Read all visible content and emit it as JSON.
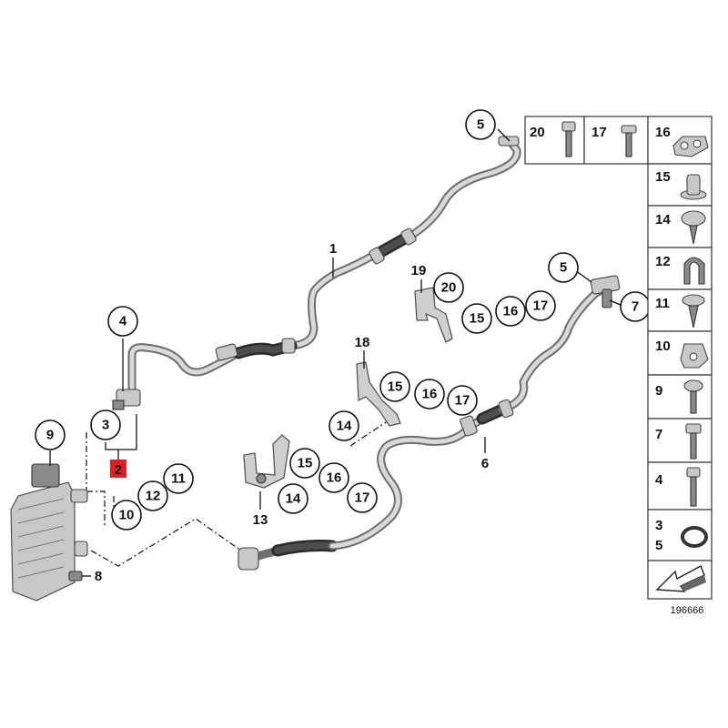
{
  "diagram": {
    "callouts": [
      {
        "id": "c5a",
        "label": "5"
      },
      {
        "id": "c4",
        "label": "4"
      },
      {
        "id": "c3",
        "label": "3"
      },
      {
        "id": "c9",
        "label": "9"
      },
      {
        "id": "c10",
        "label": "10"
      },
      {
        "id": "c12",
        "label": "12"
      },
      {
        "id": "c11",
        "label": "11"
      },
      {
        "id": "c20",
        "label": "20"
      },
      {
        "id": "c15a",
        "label": "15"
      },
      {
        "id": "c16a",
        "label": "16"
      },
      {
        "id": "c17a",
        "label": "17"
      },
      {
        "id": "c5b",
        "label": "5"
      },
      {
        "id": "c7",
        "label": "7"
      },
      {
        "id": "c15b",
        "label": "15"
      },
      {
        "id": "c16b",
        "label": "16"
      },
      {
        "id": "c17b",
        "label": "17"
      },
      {
        "id": "c14a",
        "label": "14"
      },
      {
        "id": "c15c",
        "label": "15"
      },
      {
        "id": "c14b",
        "label": "14"
      },
      {
        "id": "c16c",
        "label": "16"
      },
      {
        "id": "c17c",
        "label": "17"
      }
    ],
    "plain_labels": [
      {
        "id": "l1",
        "label": "1"
      },
      {
        "id": "l19",
        "label": "19"
      },
      {
        "id": "l18",
        "label": "18"
      },
      {
        "id": "l6",
        "label": "6"
      },
      {
        "id": "l13",
        "label": "13"
      },
      {
        "id": "l8",
        "label": "8"
      }
    ],
    "highlighted_label": "2",
    "reference_number": "196666",
    "legend": {
      "top_row": [
        {
          "label": "20",
          "icon": "allen-screw-icon"
        },
        {
          "label": "17",
          "icon": "hex-bolt-icon"
        },
        {
          "label": "16",
          "icon": "pipe-clip-icon"
        }
      ],
      "column": [
        {
          "label": "15",
          "icon": "rivet-nut-icon"
        },
        {
          "label": "14",
          "icon": "torx-screw-icon"
        },
        {
          "label": "12",
          "icon": "rubber-clamp-icon"
        },
        {
          "label": "11",
          "icon": "tapping-screw-icon"
        },
        {
          "label": "10",
          "icon": "clip-nut-icon"
        },
        {
          "label": "9",
          "icon": "torx-bolt-icon"
        },
        {
          "label": "7",
          "icon": "hex-bolt-long-icon"
        },
        {
          "label": "4",
          "icon": "allen-bolt-icon"
        },
        {
          "label": "3",
          "label2": "5",
          "icon": "o-ring-icon"
        }
      ],
      "arrow_icon": "direction-arrow-icon"
    },
    "colors": {
      "highlight": "#e02020",
      "pipe": "#6d6d6d",
      "hose": "#2a2a2a"
    }
  }
}
